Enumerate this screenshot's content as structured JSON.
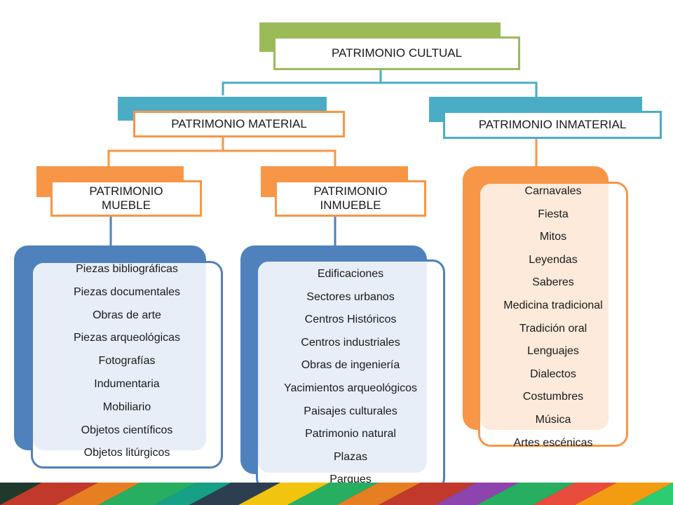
{
  "root": {
    "title": "PATRIMONIO CULTUAL"
  },
  "material": {
    "title": "PATRIMONIO MATERIAL",
    "mueble": {
      "title": "PATRIMONIO MUEBLE",
      "items": [
        "Piezas bibliográficas",
        "Piezas documentales",
        "Obras de arte",
        "Piezas arqueológicas",
        "Fotografías",
        "Indumentaria",
        "Mobiliario",
        "Objetos científicos",
        "Objetos litúrgicos"
      ]
    },
    "inmueble": {
      "title": "PATRIMONIO INMUEBLE",
      "items": [
        "Edificaciones",
        "Sectores urbanos",
        "Centros Históricos",
        "Centros industriales",
        "Obras de ingeniería",
        "Yacimientos arqueológicos",
        "Paisajes culturales",
        "Patrimonio natural",
        "Plazas",
        "Parques"
      ]
    }
  },
  "inmaterial": {
    "title": "PATRIMONIO INMATERIAL",
    "items": [
      "Carnavales",
      "Fiesta",
      "Mitos",
      "Leyendas",
      "Saberes",
      "Medicina tradicional",
      "Tradición oral",
      "Lenguajes",
      "Dialectos",
      "Costumbres",
      "Música",
      "Artes escénicas"
    ]
  },
  "colors": {
    "green": "#9bbb59",
    "teal": "#4bacc6",
    "orange": "#f79646",
    "blue": "#4f81bd",
    "orange_light": "#fdeada",
    "blue_light": "#e8eef7",
    "teal_light": "#e2f1f5",
    "green_light": "#ebf1dd"
  }
}
